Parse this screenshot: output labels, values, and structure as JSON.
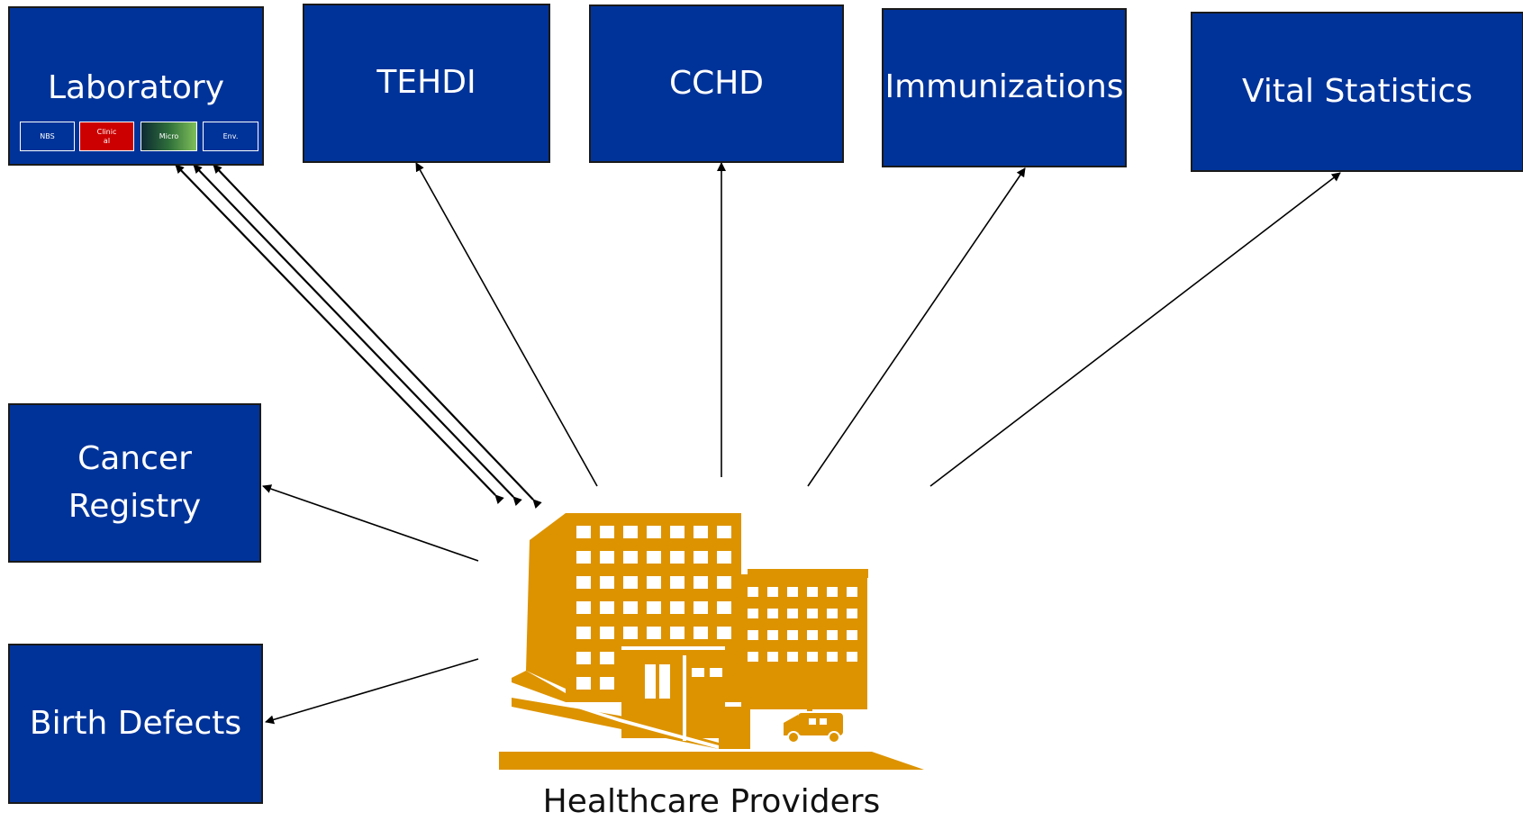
{
  "colors": {
    "box_fill": "#003399",
    "box_border": "#1a1a1a",
    "building": "#dd9300",
    "arrow": "#000000"
  },
  "nodes": {
    "laboratory": {
      "label": "Laboratory",
      "sub": [
        {
          "label": "NBS",
          "color": "#003399"
        },
        {
          "label": "Clinic\nal",
          "color": "#cc0000"
        },
        {
          "label": "Micro",
          "color": "gradient"
        },
        {
          "label": "Env.",
          "color": "#003399"
        }
      ]
    },
    "tehdi": {
      "label": "TEHDI"
    },
    "cchd": {
      "label": "CCHD"
    },
    "immunizations": {
      "label": "Immunizations"
    },
    "vital_statistics": {
      "label": "Vital Statistics"
    },
    "cancer_registry": {
      "label": "Cancer\nRegistry"
    },
    "birth_defects": {
      "label": "Birth Defects"
    }
  },
  "hub": {
    "label": "Healthcare Providers",
    "icon": "hospital-building-icon"
  }
}
